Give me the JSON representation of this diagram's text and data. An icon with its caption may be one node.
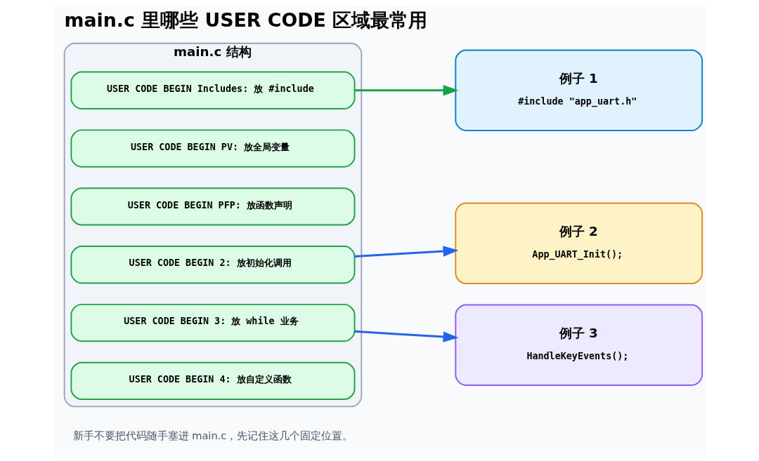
{
  "diagram": {
    "title": "main.c 里哪些 USER CODE 区域最常用",
    "nodes": [
      {
        "text": [
          "main.c 结构"
        ]
      },
      {
        "text": [
          "USER CODE BEGIN Includes: 放 #include"
        ],
        "in": 0
      },
      {
        "text": [
          "USER CODE BEGIN PV: 放全局变量"
        ],
        "in": 0
      },
      {
        "text": [
          "USER CODE BEGIN PFP: 放函数声明"
        ],
        "in": 0
      },
      {
        "text": [
          "USER CODE BEGIN 2: 放初始化调用"
        ],
        "in": 0
      },
      {
        "text": [
          "USER CODE BEGIN 3: 放 while 业务"
        ],
        "in": 0
      },
      {
        "text": [
          "USER CODE BEGIN 4: 放自定义函数"
        ],
        "in": 0
      },
      {
        "text": [
          "例子 1",
          "#include \"app_uart.h\""
        ]
      },
      {
        "text": [
          "例子 2",
          "App_UART_Init();"
        ]
      },
      {
        "text": [
          "例子 3",
          "HandleKeyEvents();"
        ]
      }
    ],
    "edges": [
      {
        "from": 1,
        "to": 7,
        "arrow": "to",
        "color": "#16a34a"
      },
      {
        "from": 4,
        "to": 8,
        "arrow": "to",
        "color": "#2563eb"
      },
      {
        "from": 5,
        "to": 9,
        "arrow": "to",
        "color": "#2563eb"
      }
    ],
    "labels": [
      "新手不要把代码随手塞进 main.c，先记住这几个固定位置。"
    ]
  }
}
